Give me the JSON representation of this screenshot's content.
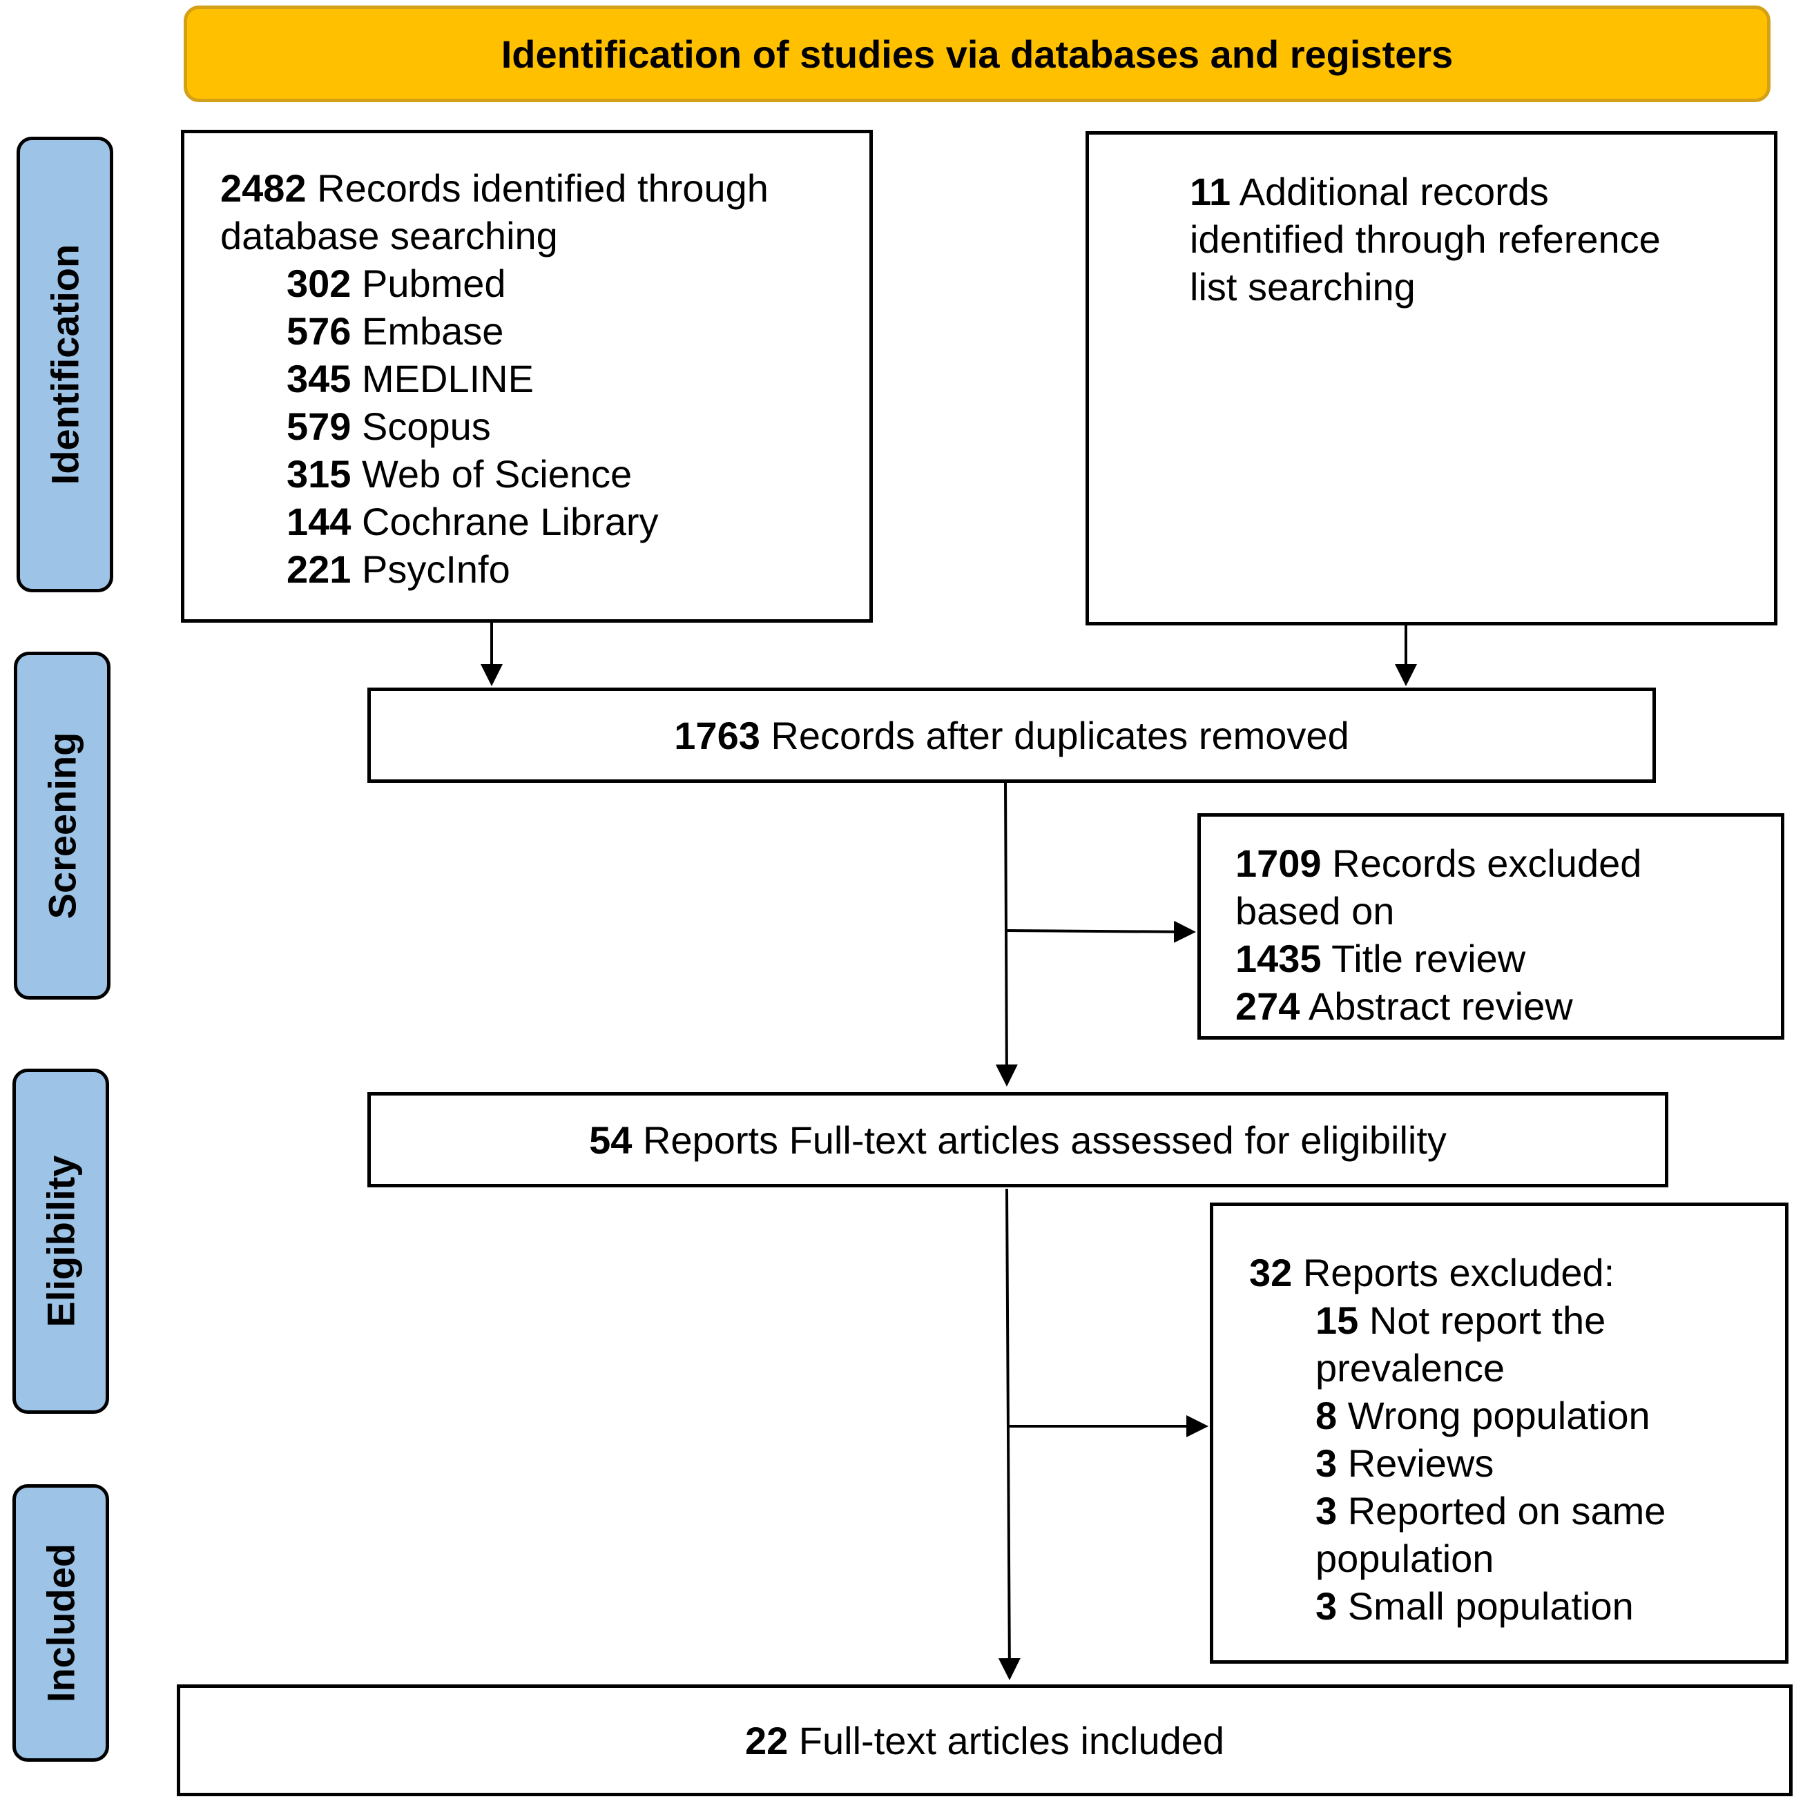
{
  "header": {
    "title": "Identification of studies via databases and registers"
  },
  "stages": {
    "identification": "Identification",
    "screening": "Screening",
    "eligibility": "Eligibility",
    "included": "Included"
  },
  "database_search": {
    "count": "2482",
    "text_1": "Records identified through",
    "text_2": "database searching",
    "sources": [
      {
        "count": "302",
        "label": "Pubmed"
      },
      {
        "count": "576",
        "label": "Embase"
      },
      {
        "count": "345",
        "label": "MEDLINE"
      },
      {
        "count": "579",
        "label": "Scopus"
      },
      {
        "count": "315",
        "label": "Web of Science"
      },
      {
        "count": "144",
        "label": "Cochrane Library"
      },
      {
        "count": "221",
        "label": "PsycInfo"
      }
    ]
  },
  "additional_records": {
    "count": "11",
    "text_1": "Additional records",
    "text_2": "identified through reference",
    "text_3": "list searching"
  },
  "after_duplicates": {
    "count": "1763",
    "text": "Records after duplicates removed"
  },
  "excluded_records": {
    "count": "1709",
    "text_1": "Records excluded",
    "text_2": "based on",
    "reasons": [
      {
        "count": "1435",
        "label": "Title review"
      },
      {
        "count": "274",
        "label": "Abstract review"
      }
    ]
  },
  "assessed": {
    "count": "54",
    "text": "Reports Full-text articles assessed for eligibility"
  },
  "reports_excluded": {
    "count": "32",
    "text": "Reports excluded:",
    "reasons": [
      {
        "count": "15",
        "label": "Not report the",
        "label_2": "prevalence"
      },
      {
        "count": "8",
        "label": "Wrong population"
      },
      {
        "count": "3",
        "label": "Reviews"
      },
      {
        "count": "3",
        "label": "Reported on same",
        "label_2": "population"
      },
      {
        "count": "3",
        "label": "Small population"
      }
    ]
  },
  "included": {
    "count": "22",
    "text": "Full-text articles included"
  }
}
